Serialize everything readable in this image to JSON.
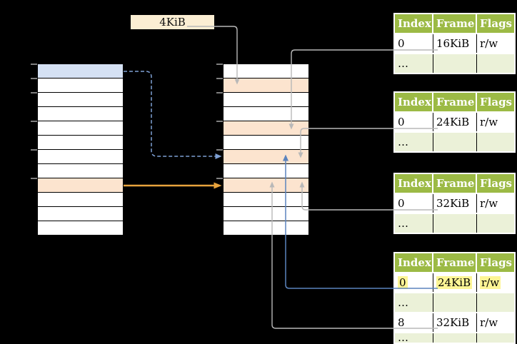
{
  "size_label": "4KiB",
  "colors": {
    "header_green": "#9cba45",
    "row_light_green": "#ebf1d8",
    "entry_peach": "#fce4cf",
    "entry_blue": "#d5e1f4",
    "label_cream": "#fbeed3",
    "highlight_yellow": "#fdf595",
    "arrow_gray": "#b8b8b8",
    "arrow_orange": "#e8a33d",
    "arrow_blue": "#5b84bd",
    "arrow_dashed_blue": "#7d9fd3"
  },
  "frame_table_columns": [
    "Index",
    "Frame",
    "Flags"
  ],
  "frame_tables": [
    {
      "name": "frame-table-16kib",
      "rows": [
        {
          "cells": [
            "0",
            "16KiB",
            "r/w"
          ],
          "shaded": false,
          "highlight": false
        },
        {
          "cells": [
            "…",
            "",
            ""
          ],
          "shaded": true,
          "highlight": false
        }
      ]
    },
    {
      "name": "frame-table-24kib",
      "rows": [
        {
          "cells": [
            "0",
            "24KiB",
            "r/w"
          ],
          "shaded": false,
          "highlight": false
        },
        {
          "cells": [
            "…",
            "",
            ""
          ],
          "shaded": true,
          "highlight": false
        }
      ]
    },
    {
      "name": "frame-table-32kib",
      "rows": [
        {
          "cells": [
            "0",
            "32KiB",
            "r/w"
          ],
          "shaded": false,
          "highlight": false
        },
        {
          "cells": [
            "…",
            "",
            ""
          ],
          "shaded": true,
          "highlight": false
        }
      ]
    },
    {
      "name": "frame-table-bottom",
      "rows": [
        {
          "cells": [
            "0",
            "24KiB",
            "r/w"
          ],
          "shaded": false,
          "highlight": true
        },
        {
          "cells": [
            "…",
            "",
            ""
          ],
          "shaded": true,
          "highlight": false
        },
        {
          "cells": [
            "8",
            "32KiB",
            "r/w"
          ],
          "shaded": false,
          "highlight": false
        },
        {
          "cells": [
            "…",
            "",
            ""
          ],
          "shaded": true,
          "highlight": false
        }
      ]
    }
  ],
  "left_page_table": {
    "entry_fills": [
      "blue",
      "",
      "",
      "",
      "",
      "",
      "",
      "",
      "peach",
      "",
      "",
      ""
    ]
  },
  "middle_page_table": {
    "entry_fills": [
      "",
      "peach",
      "",
      "",
      "peach",
      "",
      "peach",
      "",
      "peach",
      "",
      "",
      ""
    ]
  }
}
